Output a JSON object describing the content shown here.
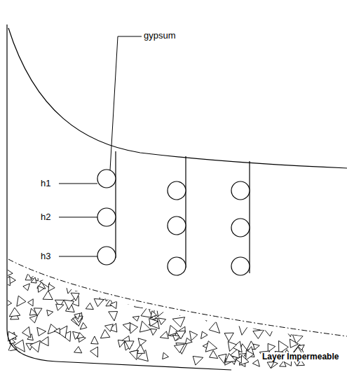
{
  "diagram": {
    "labels": [
      "gypsum",
      "h1",
      "h2",
      "h3",
      "Layer Impermeable"
    ]
  }
}
